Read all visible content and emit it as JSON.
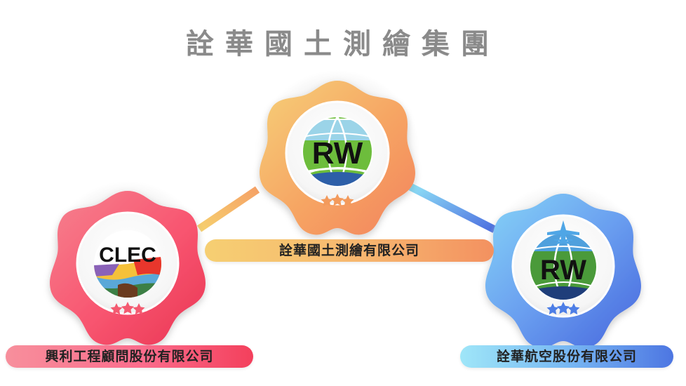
{
  "title": "詮華國土測繪集團",
  "companies": {
    "center": {
      "name": "詮華國土測繪有限公司",
      "logo_text": "RW"
    },
    "left": {
      "name": "興利工程顧問股份有限公司",
      "logo_text": "CLEC"
    },
    "right": {
      "name": "詮華航空股份有限公司",
      "logo_text": "RW"
    }
  },
  "colors": {
    "center_badge": "#f7a867",
    "left_badge": "#f8506b",
    "right_badge": "#5c8ef0",
    "title_text": "#8a8a8a",
    "globe_green": "#66b83a",
    "globe_blue": "#2d5fa8"
  },
  "icons": {
    "star": "star-icon",
    "plane": "airplane-icon",
    "globe": "globe-icon"
  }
}
